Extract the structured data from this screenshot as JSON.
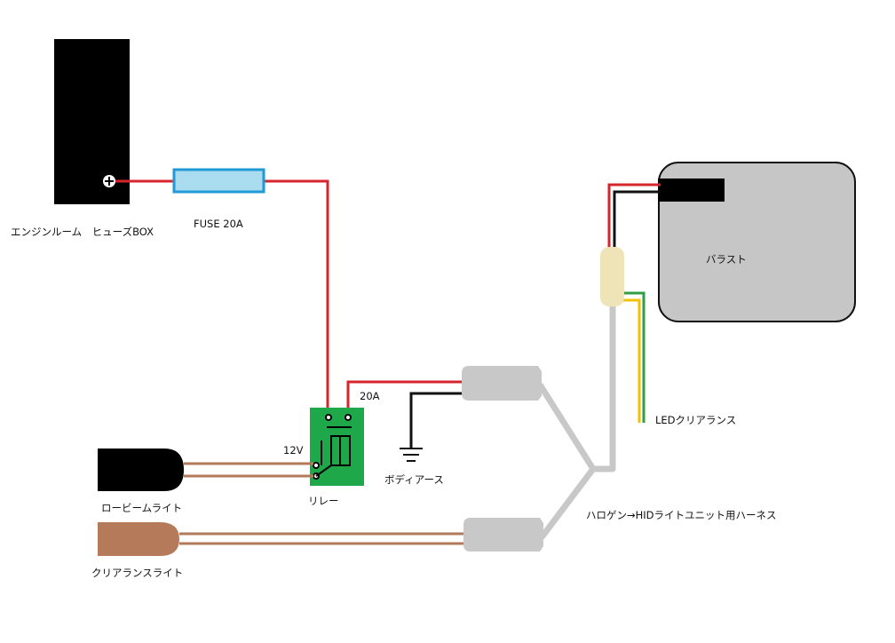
{
  "labels": {
    "fuse_box": "エンジンルーム　ヒューズBOX",
    "fuse": "FUSE 20A",
    "ballast": "バラスト",
    "led_clearance": "LEDクリアランス",
    "relay_20a": "20A",
    "relay_12v": "12V",
    "relay": "リレー",
    "body_ground": "ボディアース",
    "low_beam": "ロービームライト",
    "clearance_light": "クリアランスライト",
    "harness": "ハロゲン→HIDライトユニット用ハーネス"
  },
  "colors": {
    "wire_red": "#d6252c",
    "wire_black": "#111111",
    "wire_green": "#2f9e44",
    "wire_yellow": "#f2c100",
    "wire_brown": "#b27a5a",
    "harness_gray": "#c8c8c8",
    "fuse_fill": "#a9dcef",
    "fuse_border": "#1f9ad6",
    "relay_green": "#1ea84a",
    "ballast_gray": "#c6c6c6",
    "connector_beige": "#efe4b7",
    "low_beam_black": "#000000",
    "clearance_brown": "#b57a5a"
  }
}
